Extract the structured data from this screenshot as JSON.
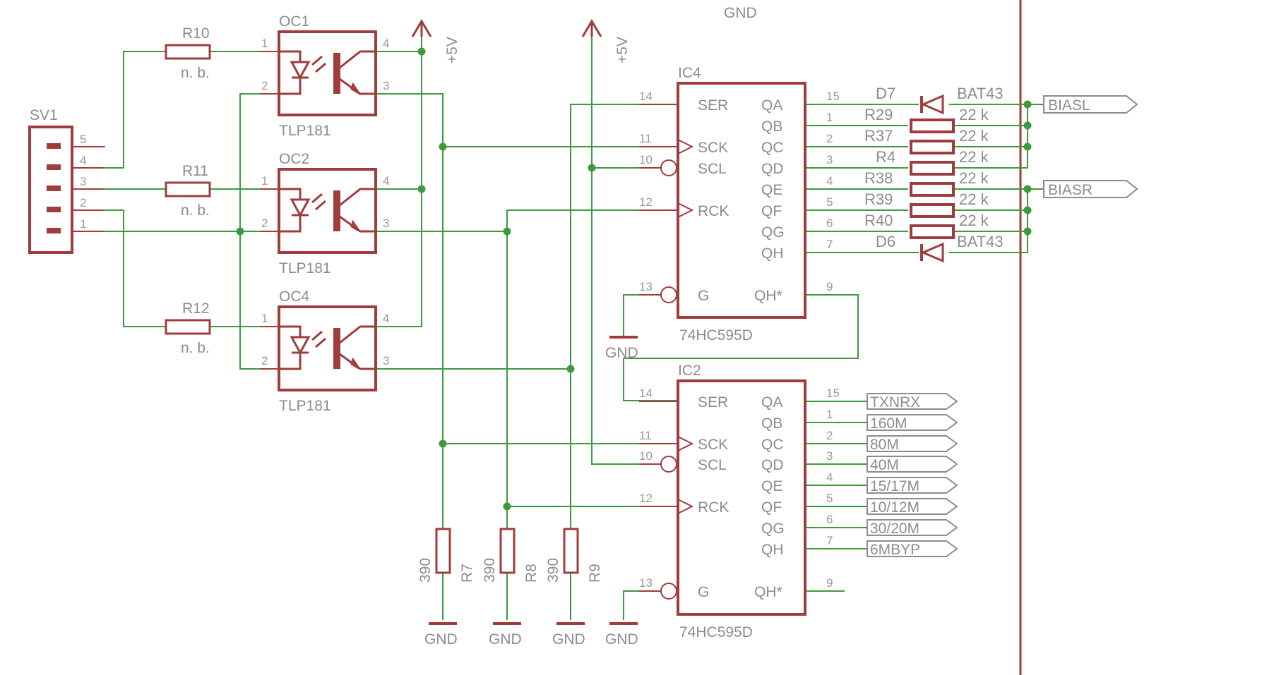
{
  "title": "GND",
  "connector": {
    "name": "SV1",
    "pins": [
      "5",
      "4",
      "3",
      "2",
      "1"
    ]
  },
  "input_resistors": [
    {
      "name": "R10",
      "value": "n. b."
    },
    {
      "name": "R11",
      "value": "n. b."
    },
    {
      "name": "R12",
      "value": "n. b."
    }
  ],
  "optocouplers": [
    {
      "name": "OC1",
      "part": "TLP181",
      "pins": [
        "1",
        "2",
        "4",
        "3"
      ]
    },
    {
      "name": "OC2",
      "part": "TLP181",
      "pins": [
        "1",
        "2",
        "4",
        "3"
      ]
    },
    {
      "name": "OC4",
      "part": "TLP181",
      "pins": [
        "1",
        "2",
        "4",
        "3"
      ]
    }
  ],
  "supplies": {
    "vcc": "+5V",
    "gnd": "GND"
  },
  "pulldowns": [
    {
      "name": "R7",
      "value": "390"
    },
    {
      "name": "R8",
      "value": "390"
    },
    {
      "name": "R9",
      "value": "390"
    }
  ],
  "shift_registers": [
    {
      "name": "IC4",
      "part": "74HC595D",
      "left_pins": [
        {
          "label": "SER",
          "num": "14"
        },
        {
          "label": "SCK",
          "num": "11"
        },
        {
          "label": "SCL",
          "num": "10"
        },
        {
          "label": "RCK",
          "num": "12"
        },
        {
          "label": "G",
          "num": "13"
        }
      ],
      "right_pins": [
        {
          "label": "QA",
          "num": "15"
        },
        {
          "label": "QB",
          "num": "1"
        },
        {
          "label": "QC",
          "num": "2"
        },
        {
          "label": "QD",
          "num": "3"
        },
        {
          "label": "QE",
          "num": "4"
        },
        {
          "label": "QF",
          "num": "5"
        },
        {
          "label": "QG",
          "num": "6"
        },
        {
          "label": "QH",
          "num": "7"
        },
        {
          "label": "QH*",
          "num": "9"
        }
      ]
    },
    {
      "name": "IC2",
      "part": "74HC595D",
      "left_pins": [
        {
          "label": "SER",
          "num": "14"
        },
        {
          "label": "SCK",
          "num": "11"
        },
        {
          "label": "SCL",
          "num": "10"
        },
        {
          "label": "RCK",
          "num": "12"
        },
        {
          "label": "G",
          "num": "13"
        }
      ],
      "right_pins": [
        {
          "label": "QA",
          "num": "15"
        },
        {
          "label": "QB",
          "num": "1"
        },
        {
          "label": "QC",
          "num": "2"
        },
        {
          "label": "QD",
          "num": "3"
        },
        {
          "label": "QE",
          "num": "4"
        },
        {
          "label": "QF",
          "num": "5"
        },
        {
          "label": "QG",
          "num": "6"
        },
        {
          "label": "QH",
          "num": "7"
        },
        {
          "label": "QH*",
          "num": "9"
        }
      ]
    }
  ],
  "bias_network": [
    {
      "name": "D7",
      "value": "BAT43"
    },
    {
      "name": "R29",
      "value": "22 k"
    },
    {
      "name": "R37",
      "value": "22 k"
    },
    {
      "name": "R4",
      "value": "22 k"
    },
    {
      "name": "R38",
      "value": "22 k"
    },
    {
      "name": "R39",
      "value": "22 k"
    },
    {
      "name": "R40",
      "value": "22 k"
    },
    {
      "name": "D6",
      "value": "BAT43"
    }
  ],
  "bias_ports": [
    "BIASL",
    "BIASR"
  ],
  "band_ports": [
    "TXNRX",
    "160M",
    "80M",
    "40M",
    "15/17M",
    "10/12M",
    "30/20M",
    "6MBYP"
  ]
}
